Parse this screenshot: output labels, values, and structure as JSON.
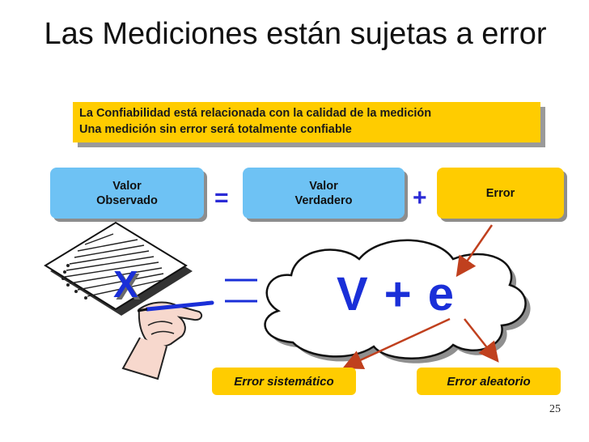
{
  "title": "Las Mediciones están sujetas a error",
  "banner": {
    "line1": "La Confiabilidad está relacionada con la calidad de la medición",
    "line2": "Una medición sin error será totalmente confiable"
  },
  "equation_boxes": {
    "observed": {
      "line1": "Valor",
      "line2": "Observado"
    },
    "true_value": {
      "line1": "Valor",
      "line2": "Verdadero"
    },
    "error": "Error"
  },
  "operators": {
    "equals": "=",
    "plus": "+"
  },
  "formula": {
    "lhs": "X",
    "rhs": "V + e"
  },
  "error_types": {
    "systematic": "Error sistemático",
    "random": "Error aleatorio"
  },
  "page_number": "25",
  "colors": {
    "accent_blue": "#1a2fd8",
    "box_blue": "#6ec2f4",
    "box_gold": "#ffcc00",
    "arrow_brown": "#c0401e"
  }
}
